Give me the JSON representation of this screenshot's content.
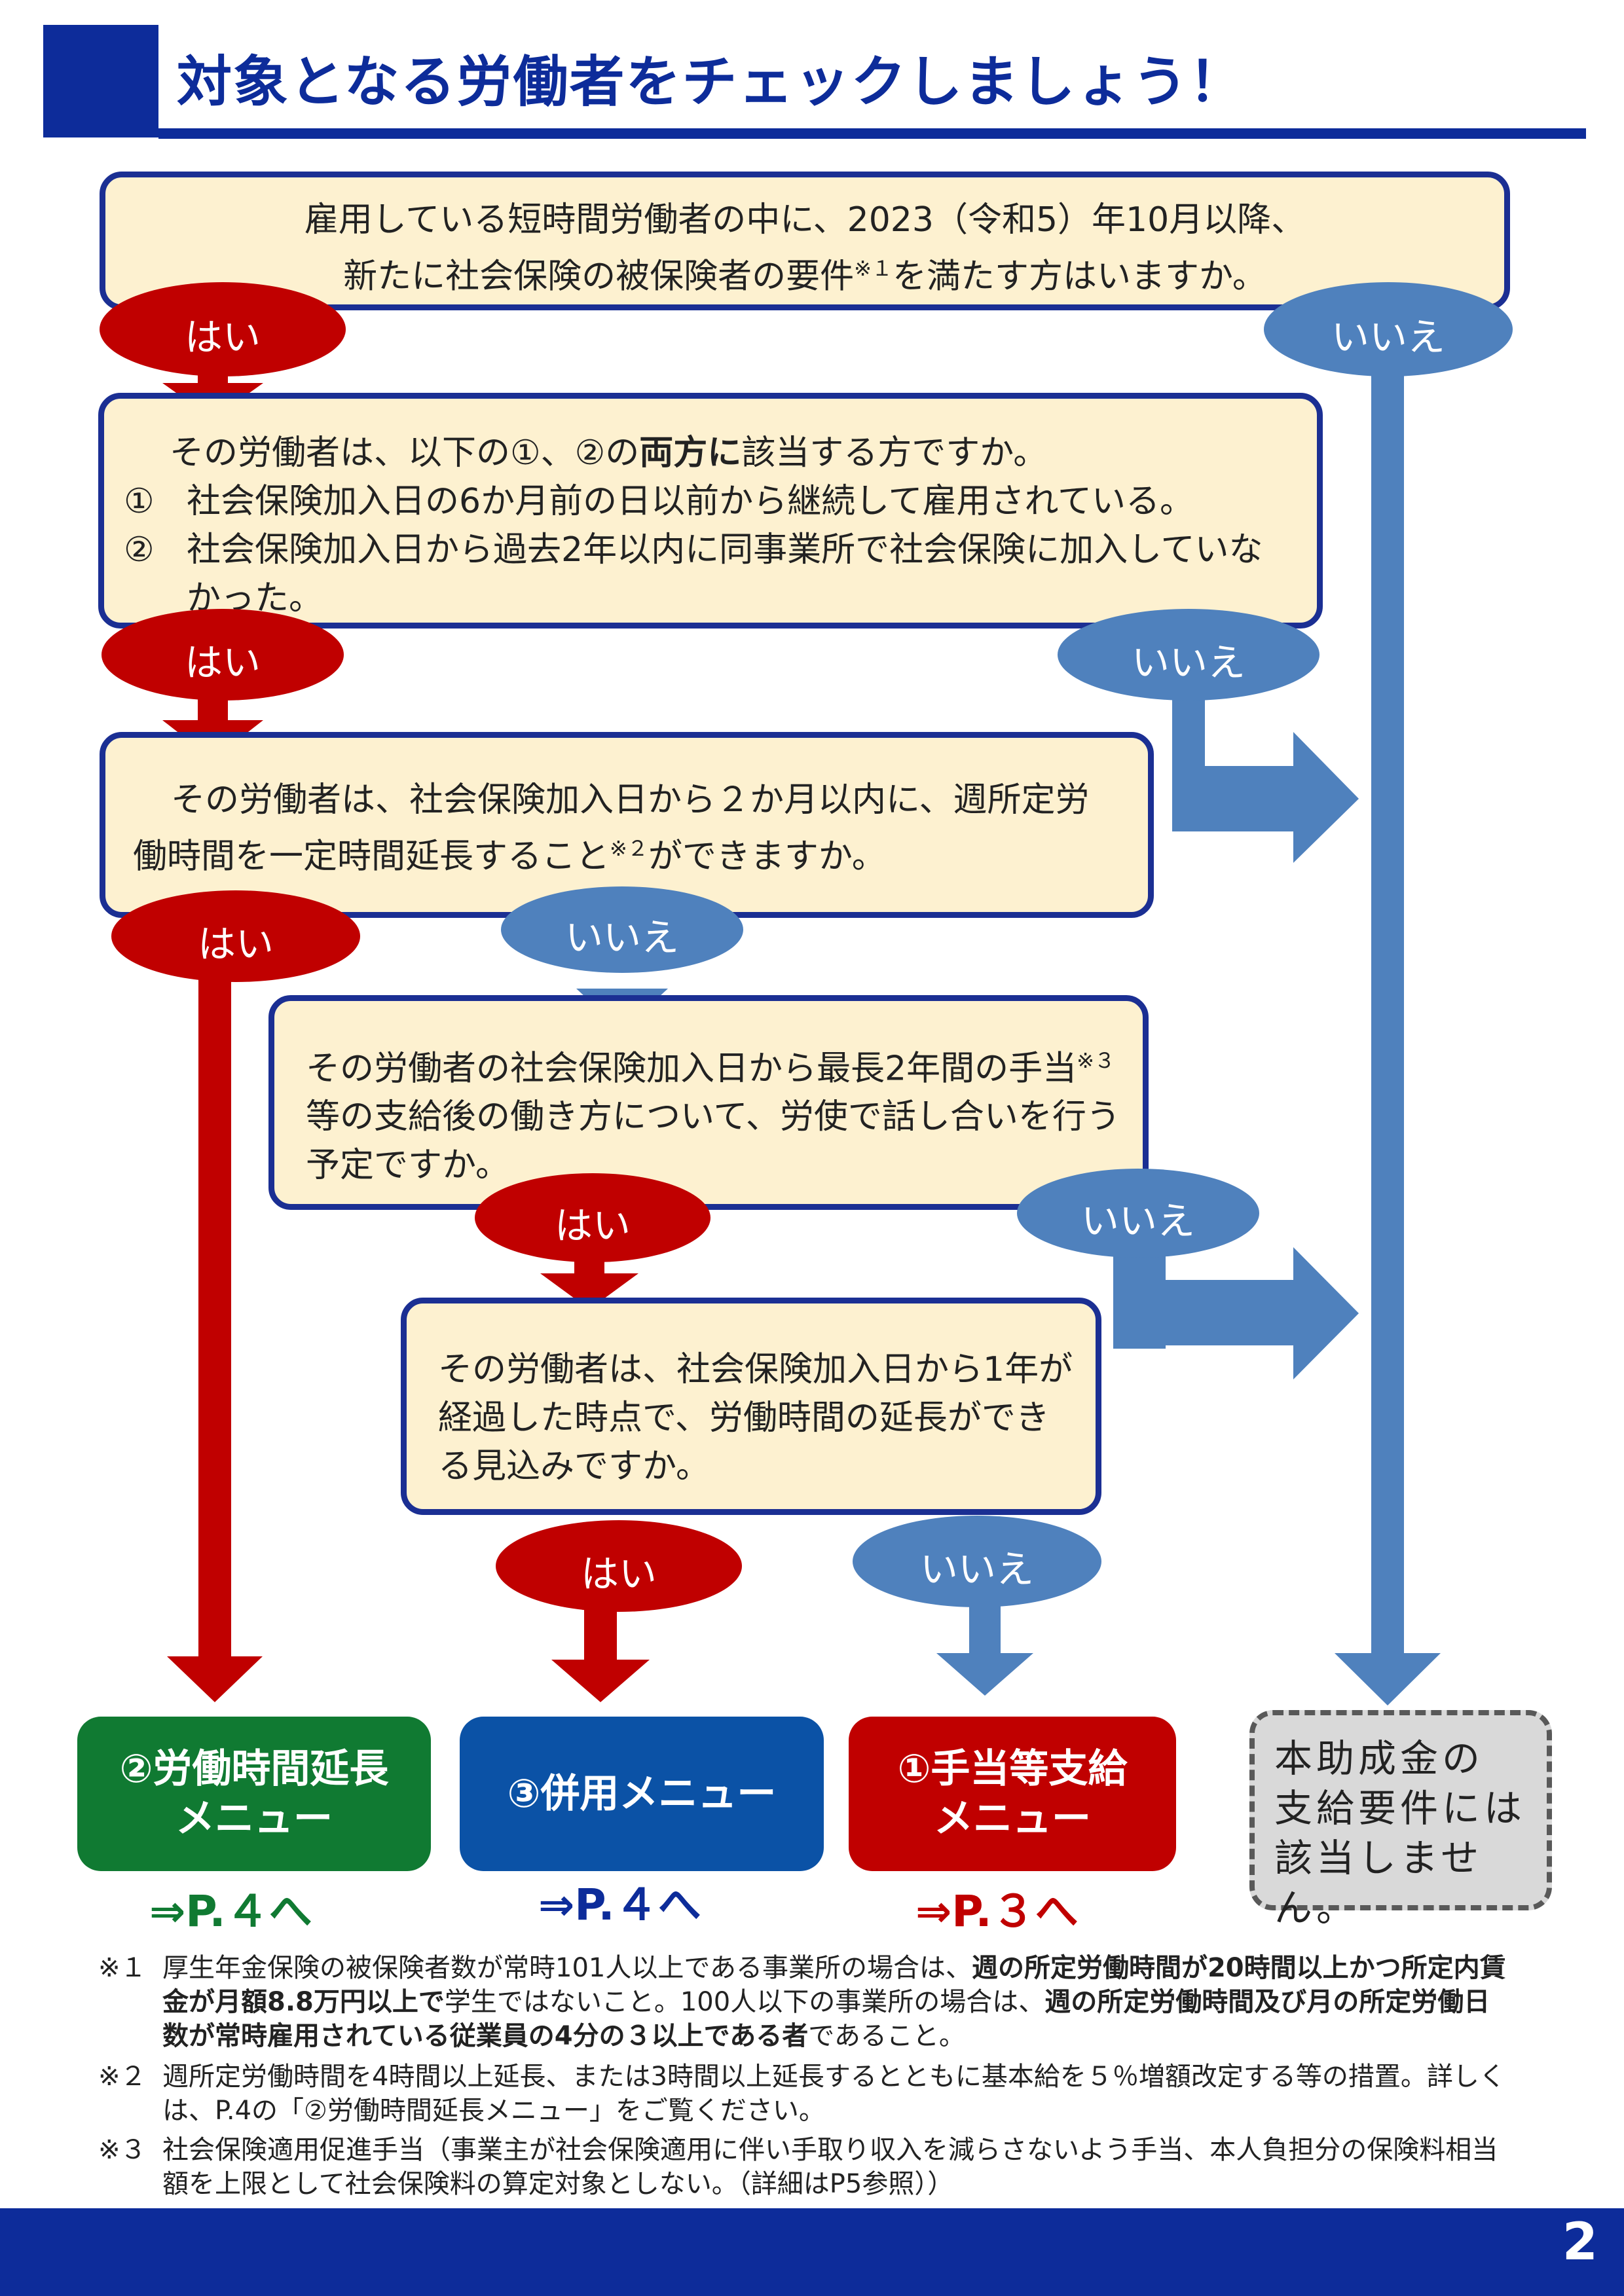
{
  "header": {
    "title": "対象となる労働者をチェックしましょう！"
  },
  "q1": {
    "line1": "雇用している短時間労働者の中に、2023（令和5）年10月以降、",
    "line2a": "新たに社会保険の被保険者の要件",
    "note_mark": "※１",
    "line2b": "を満たす方はいますか。"
  },
  "q2": {
    "intro_a": "その労働者は、以下の①、②の",
    "intro_bold": "両方に",
    "intro_b": "該当する方ですか。",
    "item1_num": "①",
    "item1": "社会保険加入日の6か月前の日以前から継続して雇用されている。",
    "item2_num": "②",
    "item2": "社会保険加入日から過去2年以内に同事業所で社会保険に加入していなかった。"
  },
  "q3": {
    "text_a": "その労働者は、社会保険加入日から２か月以内に、週所定労働時間を一定時間延長すること",
    "note_mark": "※２",
    "text_b": "ができますか。"
  },
  "q4": {
    "text_a": "その労働者の社会保険加入日から最長2年間の手当",
    "note_mark": "※３",
    "text_b": "等の支給後の働き方について、労使で話し合いを行う予定ですか。"
  },
  "q5": {
    "text": "その労働者は、社会保険加入日から1年が経過した時点で、労働時間の延長ができる見込みですか。"
  },
  "labels": {
    "yes": "はい",
    "no": "いいえ"
  },
  "results": {
    "extension": {
      "line1": "②労働時間延長",
      "line2": "メニュー",
      "ref": "⇒P.４へ"
    },
    "combined": {
      "label": "③併用メニュー",
      "ref": "⇒P.４へ"
    },
    "allowance": {
      "line1": "①手当等支給",
      "line2": "メニュー",
      "ref": "⇒P.３へ"
    },
    "not_applicable": {
      "line1": "本助成金の",
      "line2": "支給要件には",
      "line3": "該当しません。"
    }
  },
  "notes": [
    {
      "mark": "※１",
      "text_a": "厚生年金保険の被保険者数が常時101人以上である事業所の場合は、",
      "bold_a": "週の所定労働時間が20時間以上かつ所定内賃金が月額8.8万円以上で",
      "text_b": "学生ではないこと。100人以下の事業所の場合は、",
      "bold_b": "週の所定労働時間及び月の所定労働日数が常時雇用されている従業員の4分の３以上である者",
      "text_c": "であること。"
    },
    {
      "mark": "※２",
      "text": "週所定労働時間を4時間以上延長、または3時間以上延長するとともに基本給を５％増額改定する等の措置。詳しくは、P.4の「②労働時間延長メニュー」をご覧ください。"
    },
    {
      "mark": "※３",
      "text": "社会保険適用促進手当（事業主が社会保険適用に伴い手取り収入を減らさないよう手当、本人負担分の保険料相当額を上限として社会保険料の算定対象としない。（詳細はP5参照））"
    }
  ],
  "footer": {
    "page_number": "2"
  },
  "colors": {
    "navy": "#0d2c9a",
    "red": "#c00000",
    "blue": "#4f81bd",
    "green": "#107a32",
    "blue_menu": "#0b52a6",
    "cream": "#fdf1d0"
  }
}
